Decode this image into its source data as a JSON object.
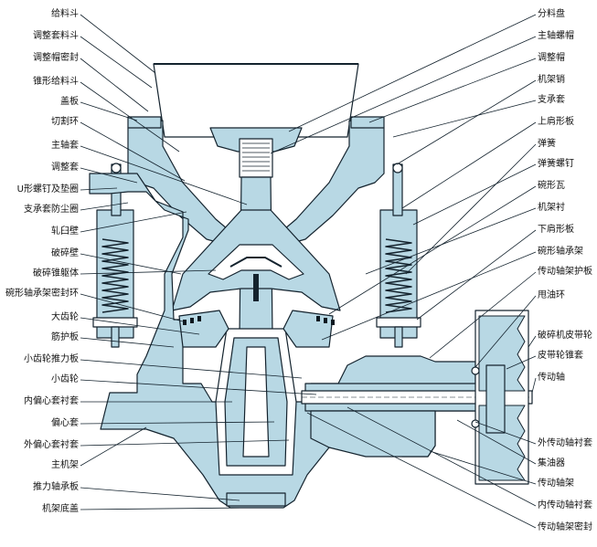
{
  "colors": {
    "body": "#b8d8e4",
    "line": "#14232e",
    "dark": "#0c1820"
  },
  "left_labels": [
    {
      "text": "给料斗"
    },
    {
      "text": "调整套料斗"
    },
    {
      "text": "调整帽密封"
    },
    {
      "text": "锥形给料斗"
    },
    {
      "text": "盖板"
    },
    {
      "text": "切割环"
    },
    {
      "text": "主轴套"
    },
    {
      "text": "调整套"
    },
    {
      "text": "U形螺钉及垫圈"
    },
    {
      "text": "支承套防尘圈"
    },
    {
      "text": "轧臼壁"
    },
    {
      "text": "破碎壁"
    },
    {
      "text": "破碎锥躯体"
    },
    {
      "text": "碗形轴承架密封环"
    },
    {
      "text": "大齿轮"
    },
    {
      "text": "筋护板"
    },
    {
      "text": "小齿轮推力板"
    },
    {
      "text": "小齿轮"
    },
    {
      "text": "内偏心套衬套"
    },
    {
      "text": "偏心套"
    },
    {
      "text": "外偏心套衬套"
    },
    {
      "text": "主机架"
    },
    {
      "text": "推力轴承板"
    },
    {
      "text": "机架底盖"
    }
  ],
  "right_labels": [
    {
      "text": "分料盘"
    },
    {
      "text": "主轴螺帽"
    },
    {
      "text": "调整帽"
    },
    {
      "text": "机架销"
    },
    {
      "text": "支承套"
    },
    {
      "text": "上肩形板"
    },
    {
      "text": "弹簧"
    },
    {
      "text": "弹簧螺钉"
    },
    {
      "text": "碗形瓦"
    },
    {
      "text": "机架衬"
    },
    {
      "text": "下肩形板"
    },
    {
      "text": "碗形轴承架"
    },
    {
      "text": "传动轴架护板"
    },
    {
      "text": "甩油环"
    },
    {
      "text": "破碎机皮带轮"
    },
    {
      "text": "皮带轮锥套"
    },
    {
      "text": "传动轴"
    },
    {
      "text": "外传动轴衬套"
    },
    {
      "text": "集油器"
    },
    {
      "text": "传动轴架"
    },
    {
      "text": "内传动轴衬套"
    },
    {
      "text": "传动轴架密封"
    }
  ]
}
